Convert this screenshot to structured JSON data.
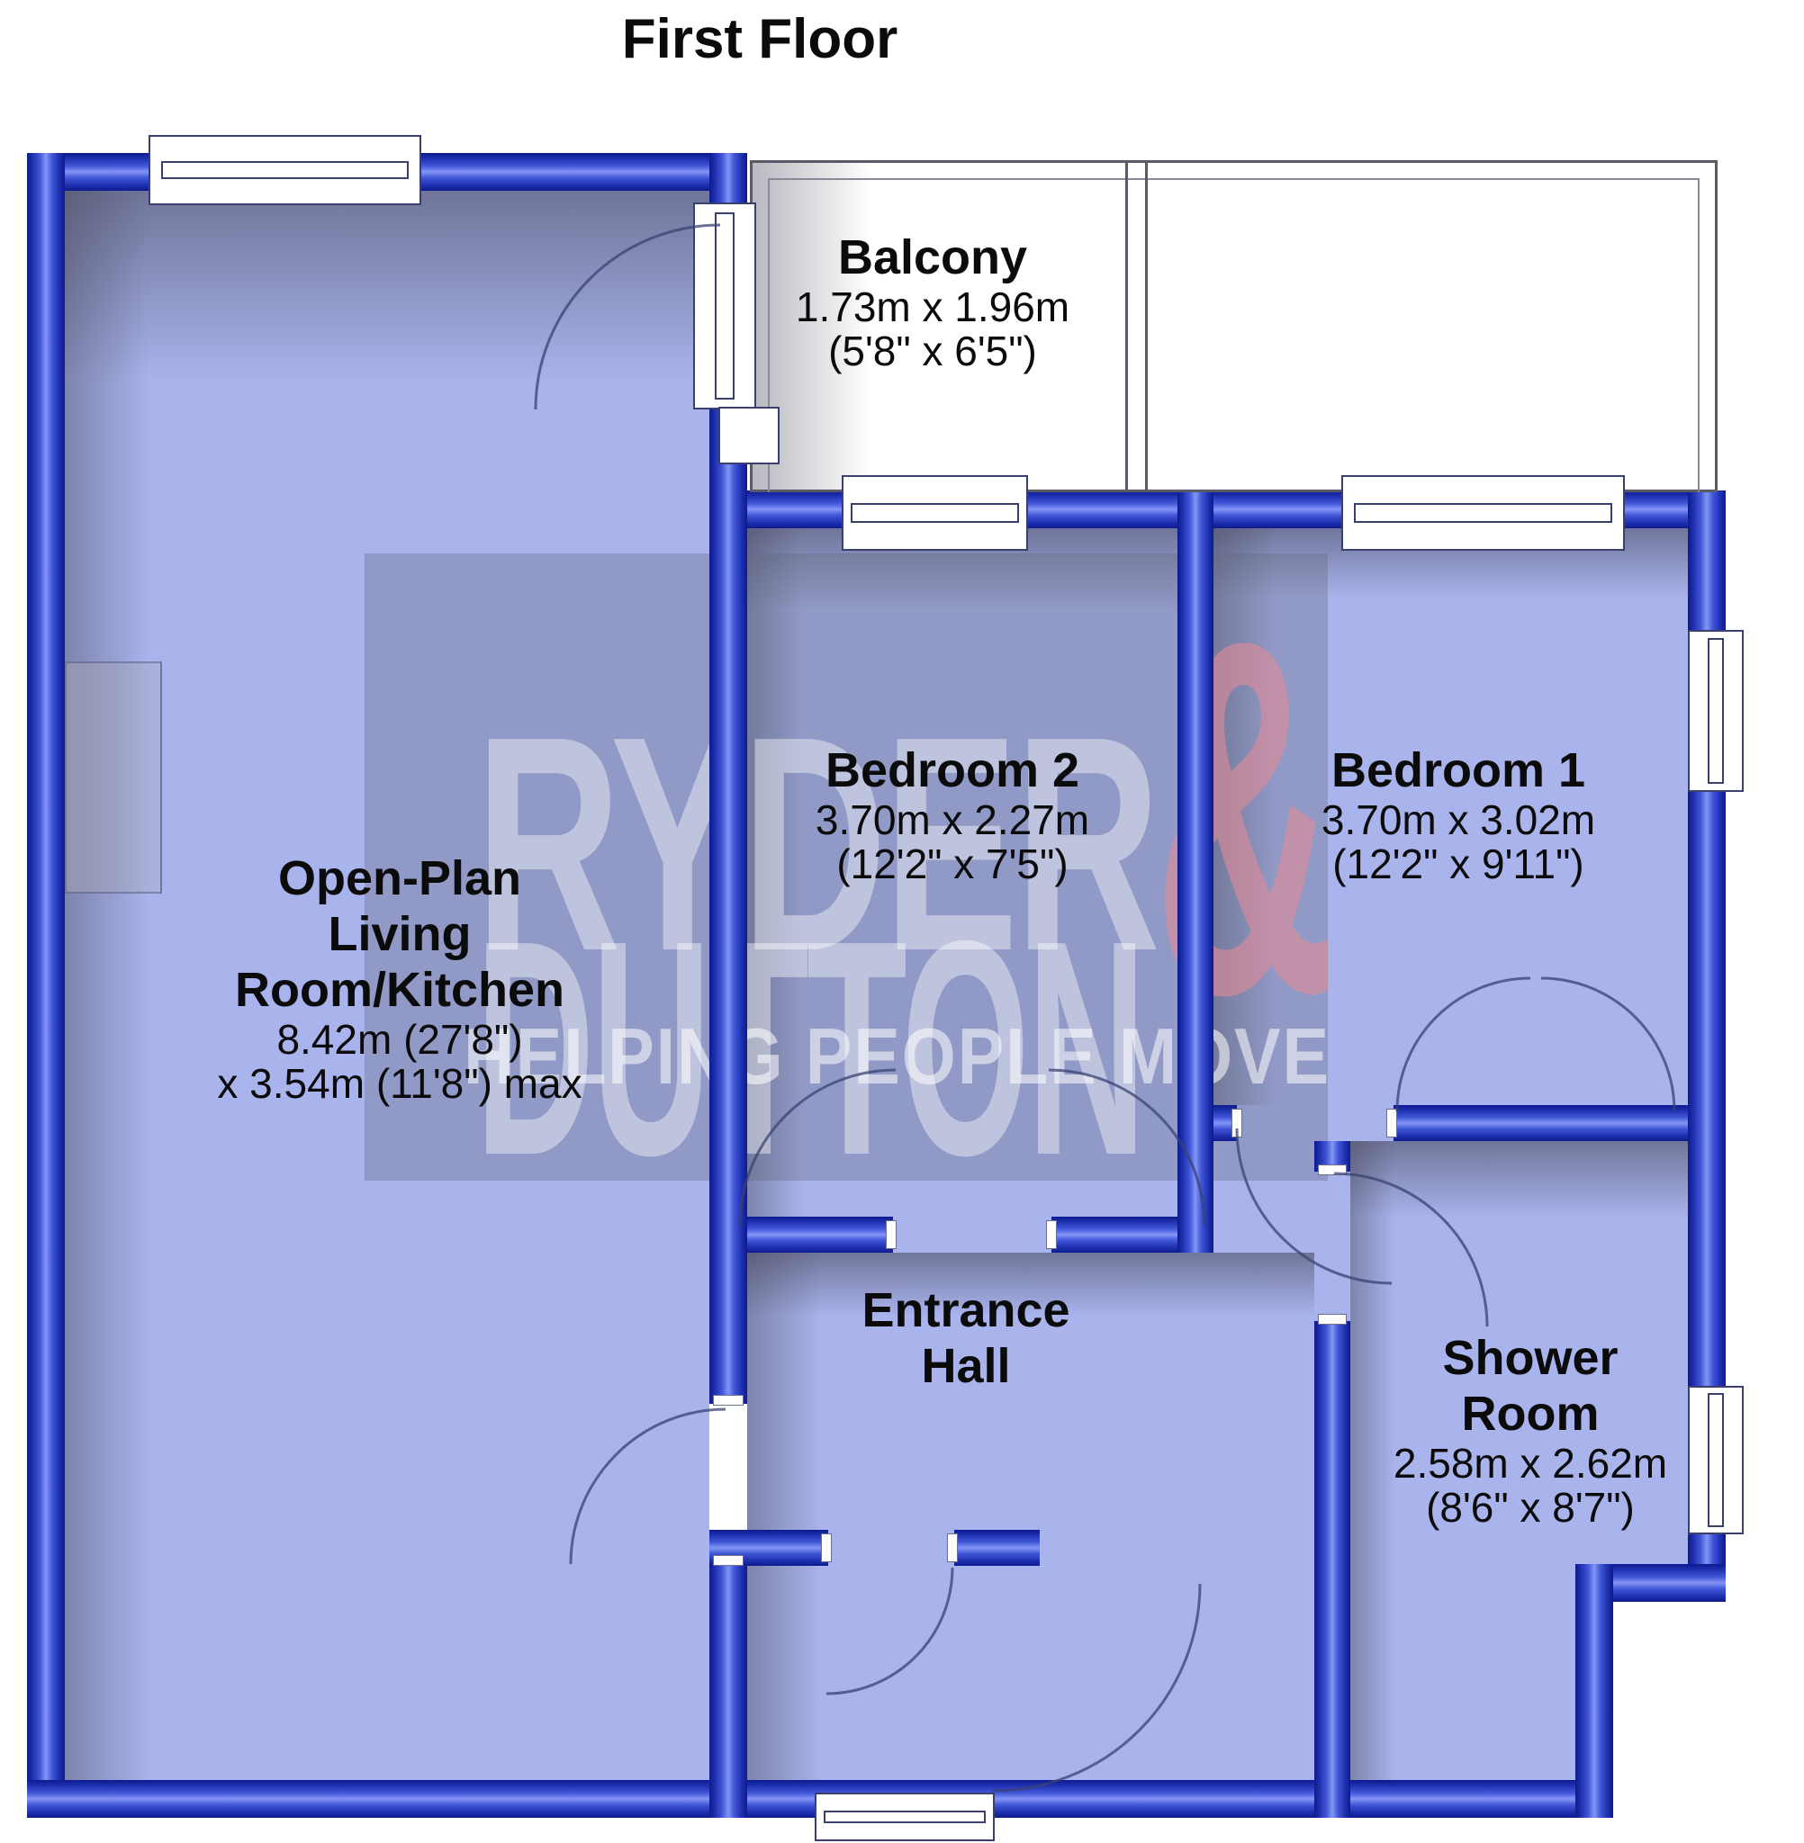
{
  "title": "First Floor",
  "watermark": {
    "word1": "RYDER",
    "ampersand": "&",
    "word2": "DUTTON",
    "tagline": "HELPING PEOPLE MOVE",
    "word_color": "#ffffff",
    "ampersand_color": "#de8a98"
  },
  "colors": {
    "wall_blue": "#3647cc",
    "wall_highlight": "#8495f6",
    "wall_dark": "#0e1a8e",
    "floor": "#a9b3ec",
    "outline": "#39406e",
    "background": "#ffffff"
  },
  "rooms": {
    "balcony": {
      "name": "Balcony",
      "dims_metric": "1.73m x 1.96m",
      "dims_imperial": "(5'8\" x 6'5\")"
    },
    "living": {
      "name_line1": "Open-Plan",
      "name_line2": "Living",
      "name_line3": "Room/Kitchen",
      "dims_line1": "8.42m (27'8\")",
      "dims_line2": "x 3.54m (11'8\") max"
    },
    "bedroom2": {
      "name": "Bedroom 2",
      "dims_metric": "3.70m x 2.27m",
      "dims_imperial": "(12'2\" x 7'5\")"
    },
    "bedroom1": {
      "name": "Bedroom 1",
      "dims_metric": "3.70m x 3.02m",
      "dims_imperial": "(12'2\" x 9'11\")"
    },
    "hall": {
      "name_line1": "Entrance",
      "name_line2": "Hall"
    },
    "shower": {
      "name_line1": "Shower",
      "name_line2": "Room",
      "dims_metric": "2.58m x 2.62m",
      "dims_imperial": "(8'6\" x 8'7\")"
    }
  }
}
